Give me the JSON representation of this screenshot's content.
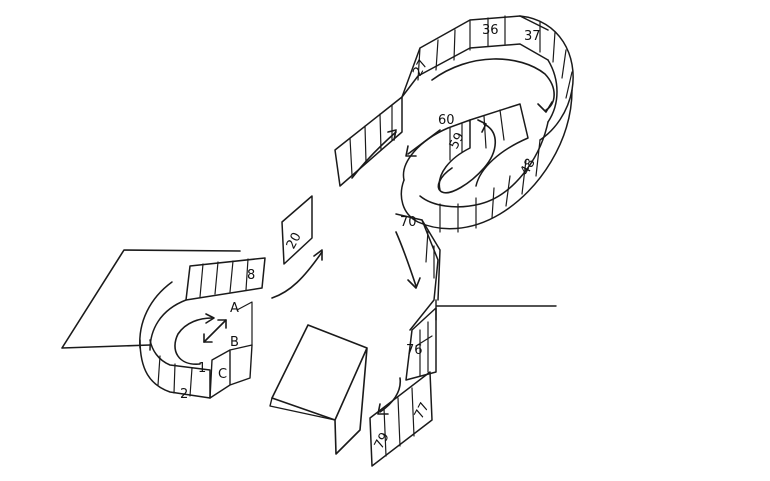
{
  "labels": {
    "n1": "1",
    "n2": "2",
    "n8": "8",
    "a": "A",
    "b": "B",
    "c": "C",
    "n20": "20",
    "n27": "27",
    "n36": "36",
    "n37": "37",
    "n48": "48",
    "n59": "59",
    "n60": "60",
    "n70": "70",
    "n76": "76",
    "n77": "77",
    "n79": "79"
  },
  "colors": {
    "ink": "#1a1a1a",
    "paper": "#ffffff"
  }
}
